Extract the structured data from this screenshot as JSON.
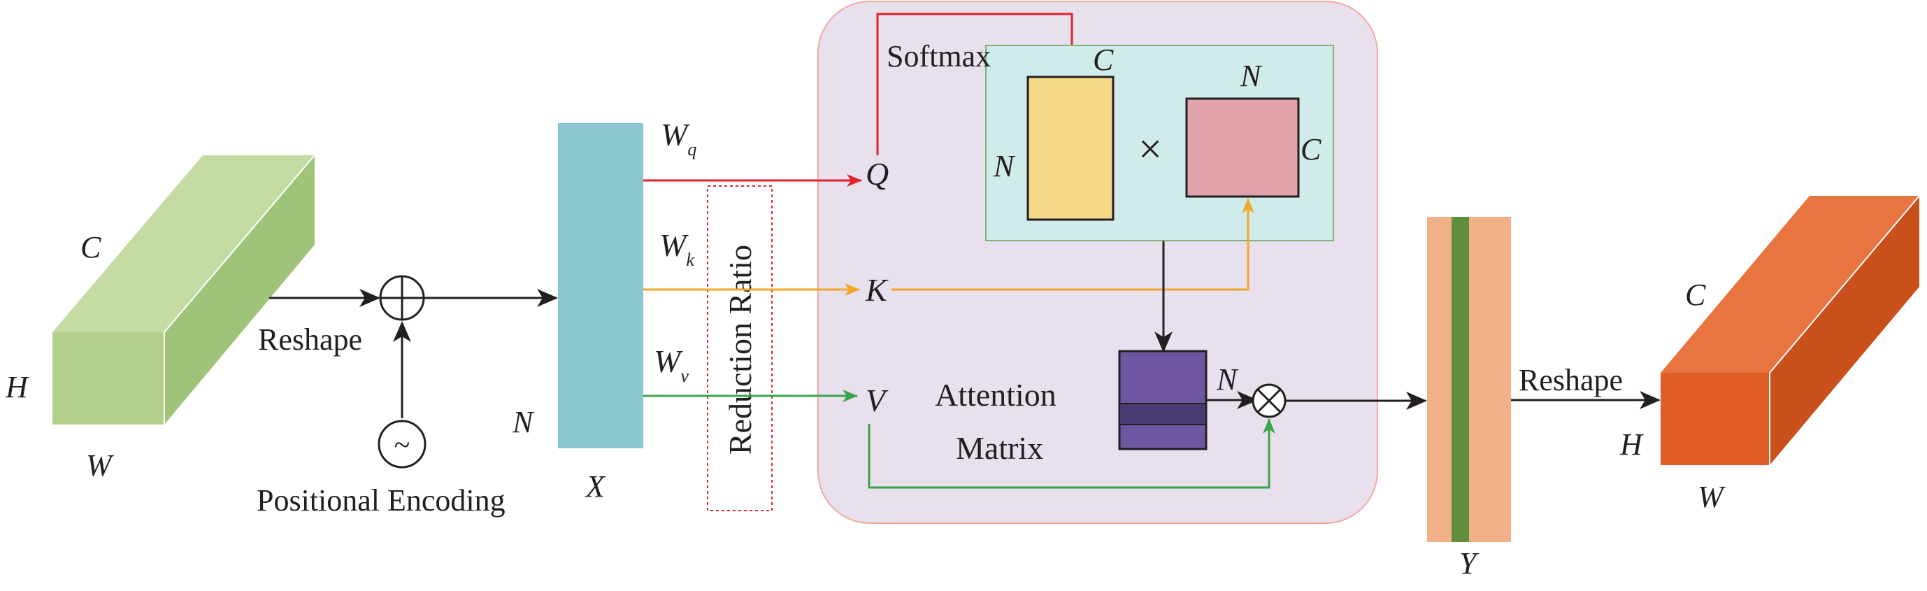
{
  "labels": {
    "input_c": "C",
    "input_h": "H",
    "input_w": "W",
    "reshape_in": "Reshape",
    "pos_encoding": "Positional Encoding",
    "x_n": "N",
    "x_name": "X",
    "wq_base": "W",
    "wq_sub": "q",
    "wk_base": "W",
    "wk_sub": "k",
    "wv_base": "W",
    "wv_sub": "v",
    "reduction_ratio": "Reduction Ratio",
    "q": "Q",
    "k": "K",
    "v": "V",
    "softmax": "Softmax",
    "q_c": "C",
    "q_n": "N",
    "times": "×",
    "k_n": "N",
    "k_c": "C",
    "attention_line1": "Attention",
    "attention_line2": "Matrix",
    "attn_n": "N",
    "y_name": "Y",
    "reshape_out": "Reshape",
    "out_c": "C",
    "out_h": "H",
    "out_w": "W"
  },
  "symbols": {
    "plus": "⊕",
    "tilde": "~",
    "otimes": "⊗"
  },
  "colors": {
    "input_cube": "#b2d08c",
    "x_block": "#8ac7d1",
    "attention_bg": "#e9e0ee",
    "attention_border": "#f3a9a0",
    "matmul_bg": "#d0ecea",
    "q_block": "#f4d886",
    "k_block": "#dfa3a9",
    "attn_matrix": "#6e56a0",
    "q_arrow": "#e3222c",
    "k_arrow": "#f2a728",
    "v_arrow": "#3aa548",
    "y_outer": "#f2b088",
    "y_inner": "#5f8e3d",
    "output_cube": "#e05d25"
  }
}
